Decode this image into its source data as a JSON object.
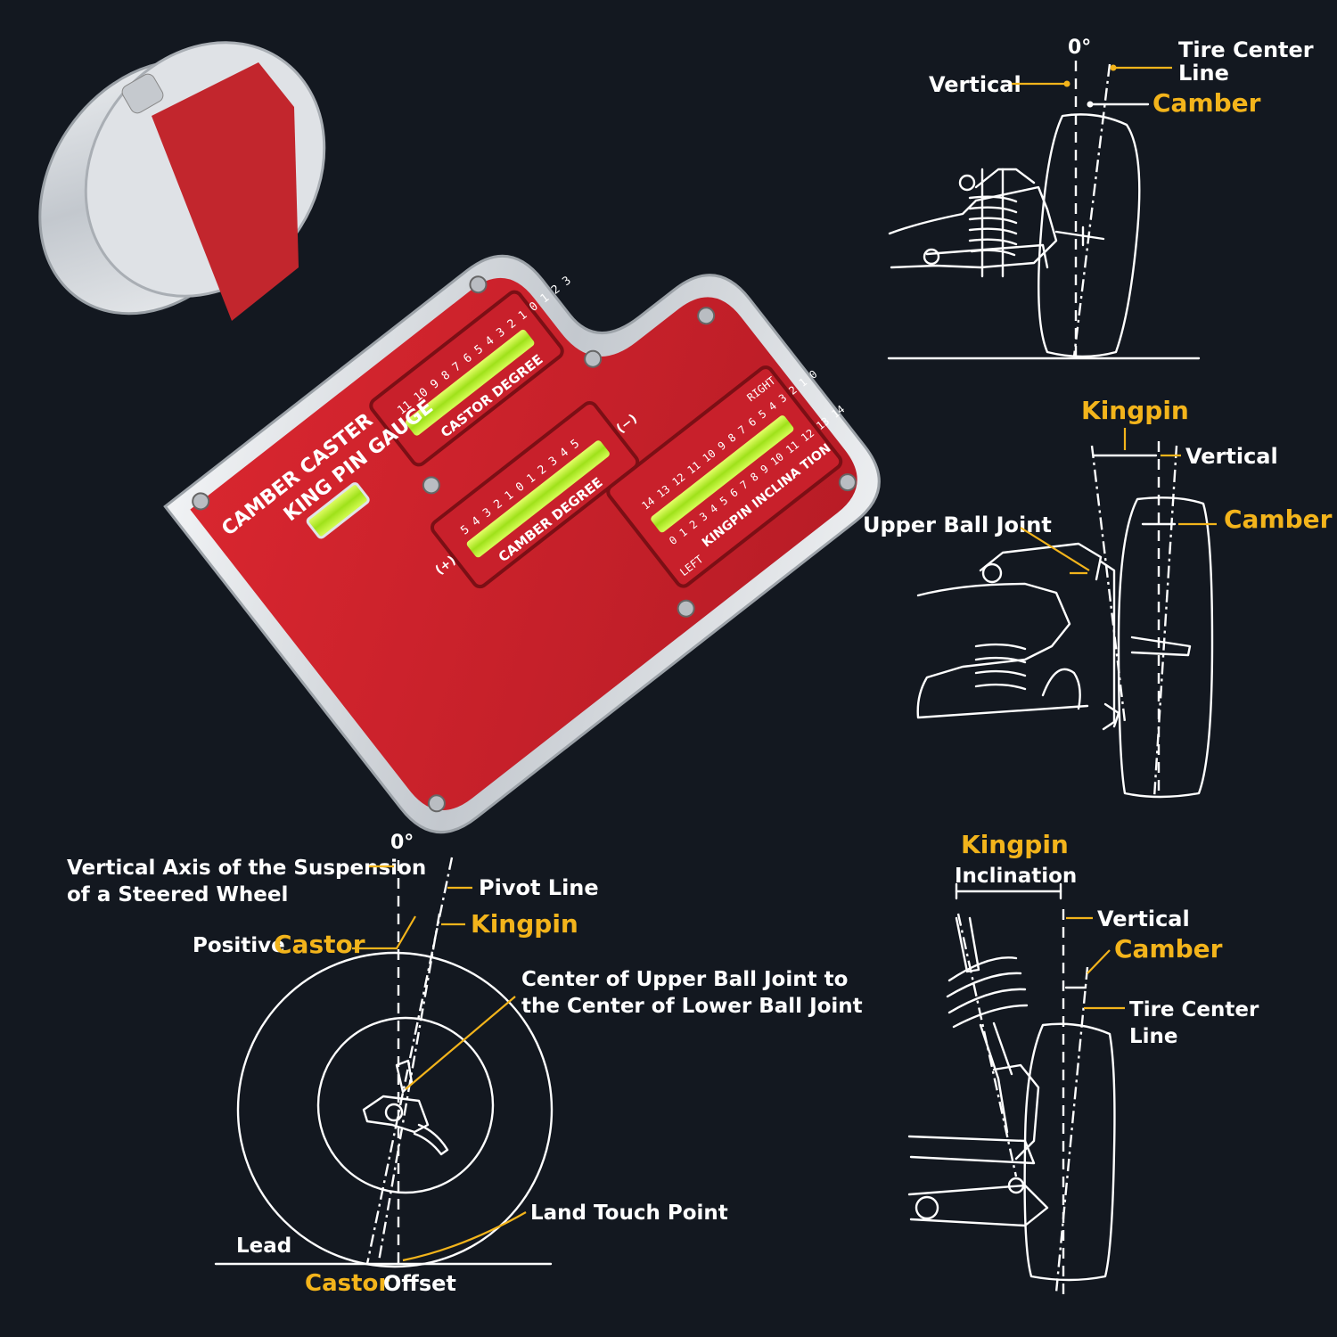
{
  "colors": {
    "background": "#131820",
    "accent": "#f3b41b",
    "line": "#ffffff",
    "gauge_red": "#c8202b",
    "gauge_metal": "#cfd3d8",
    "bubble_green": "#b6f021"
  },
  "gauge": {
    "title_line1": "CAMBER CASTER",
    "title_line2": "KING PIN GAUGE",
    "castor_label": "CASTOR DEGREE",
    "castor_scale": "11 10 9 8 7 6 5 4 3 2 1 0 1 2 3",
    "camber_label": "CAMBER DEGREE",
    "camber_scale": "5 4 3 2 1 0 1 2 3 4 5",
    "kingpin_label": "KINGPIN INCLINA TION",
    "kingpin_scale_top": "14 13 12 11 10 9 8 7 6 5 4 3 2 1 0",
    "kingpin_scale_bottom": "0 1 2 3 4 5 6 7 8 9 10 11 12 13 14",
    "right_label": "RIGHT",
    "left_label": "LEFT",
    "plus_label": "(+)",
    "minus_label": "(−)"
  },
  "camber_diagram": {
    "zero": "0°",
    "vertical": "Vertical",
    "tire_center_line_1": "Tire Center",
    "tire_center_line_2": "Line",
    "camber": "Camber"
  },
  "kingpin_diagram": {
    "kingpin": "Kingpin",
    "vertical": "Vertical",
    "upper_ball_joint": "Upper Ball Joint",
    "camber": "Camber"
  },
  "castor_diagram": {
    "zero": "0°",
    "vertical_axis_1": "Vertical Axis of the Suspension",
    "vertical_axis_2": "of a Steered Wheel",
    "pivot_line": "Pivot Line",
    "kingpin": "Kingpin",
    "positive": "Positive",
    "castor": "Castor",
    "center_ball_1": "Center of Upper Ball Joint to",
    "center_ball_2": "the Center of Lower Ball Joint",
    "land_touch": "Land Touch Point",
    "lead": "Lead",
    "castor_offset_castor": "Castor",
    "castor_offset_offset": "Offset"
  },
  "kpi_diagram": {
    "kingpin": "Kingpin",
    "inclination": "Inclination",
    "vertical": "Vertical",
    "camber": "Camber",
    "tire_center_1": "Tire Center",
    "tire_center_2": "Line"
  }
}
